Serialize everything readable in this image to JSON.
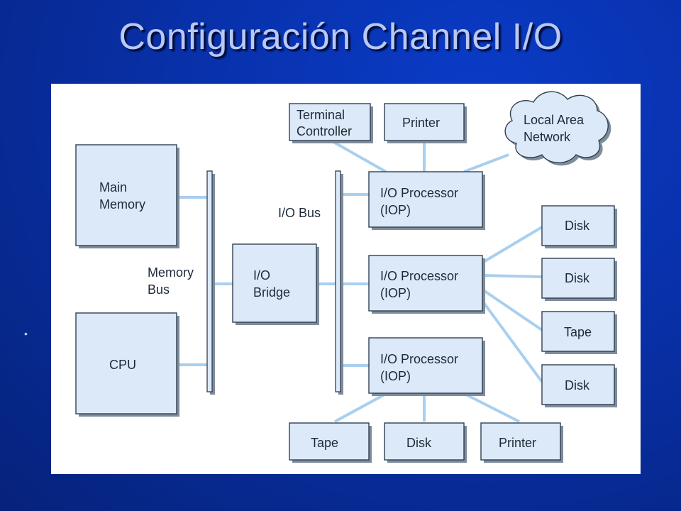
{
  "slide": {
    "title": "Configuración Channel I/O",
    "bullet": "•"
  },
  "diagram": {
    "main_memory": [
      "Main",
      "Memory"
    ],
    "cpu": "CPU",
    "memory_bus": [
      "Memory",
      "Bus"
    ],
    "io_bridge": [
      "I/O",
      "Bridge"
    ],
    "io_bus": "I/O Bus",
    "terminal_controller": [
      "Terminal",
      "Controller"
    ],
    "printer_top": "Printer",
    "lan": [
      "Local Area",
      "Network"
    ],
    "iop_1": [
      "I/O Processor",
      "(IOP)"
    ],
    "iop_2": [
      "I/O Processor",
      "(IOP)"
    ],
    "iop_3": [
      "I/O Processor",
      "(IOP)"
    ],
    "disk_1": "Disk",
    "disk_2": "Disk",
    "tape_right": "Tape",
    "disk_3": "Disk",
    "tape_bottom": "Tape",
    "disk_bottom": "Disk",
    "printer_bottom": "Printer"
  }
}
